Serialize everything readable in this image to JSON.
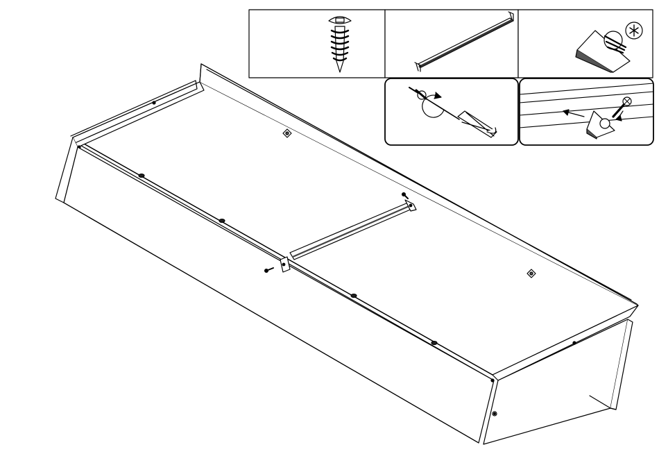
{
  "figure": {
    "type": "furniture-assembly-step",
    "caption": "",
    "line_color": "#000000",
    "fill_color": "#ffffff",
    "hardware_fill": "#555555"
  },
  "insets": [
    {
      "id": "wood-screw",
      "icon": "wood-screw-icon",
      "frame": "square"
    },
    {
      "id": "metal-support-bar",
      "icon": "metal-bar-icon",
      "frame": "square"
    },
    {
      "id": "corner-bracket",
      "icon": "corner-bracket-icon",
      "frame": "square"
    },
    {
      "id": "screw-with-screwdriver",
      "icon": "screwdriver-icon",
      "frame": "rounded"
    },
    {
      "id": "bracket-on-panel",
      "icon": "bracket-install-icon",
      "frame": "rounded"
    }
  ],
  "assembly": {
    "parts": [
      "back-panel",
      "side-panel-left",
      "side-panel-right",
      "top-panel",
      "support-bar"
    ],
    "hardware": [
      "corner-bracket",
      "corner-bracket",
      "wood-screw",
      "wood-screw"
    ]
  }
}
